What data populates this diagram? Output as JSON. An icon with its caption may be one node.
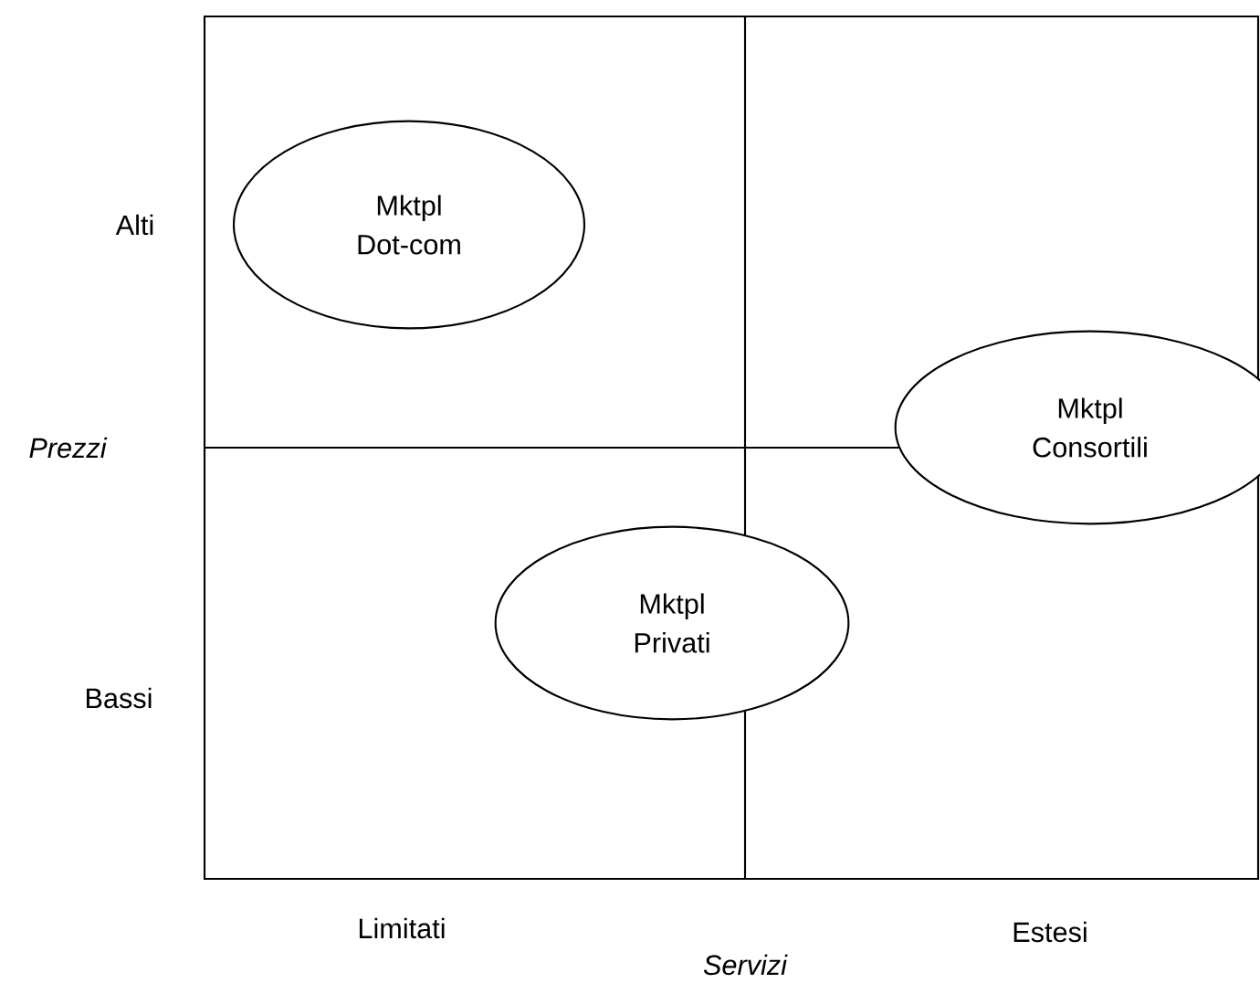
{
  "diagram": {
    "nodes": [
      {
        "text": [
          "Mktpl Dot-com"
        ]
      },
      {
        "text": [
          "Mktpl Consortili"
        ]
      },
      {
        "text": [
          "Mktpl Privati"
        ]
      }
    ],
    "labels": [
      "Alti",
      "Prezzi",
      "Bassi",
      "Limitati",
      "Estesi",
      "Servizi"
    ]
  }
}
